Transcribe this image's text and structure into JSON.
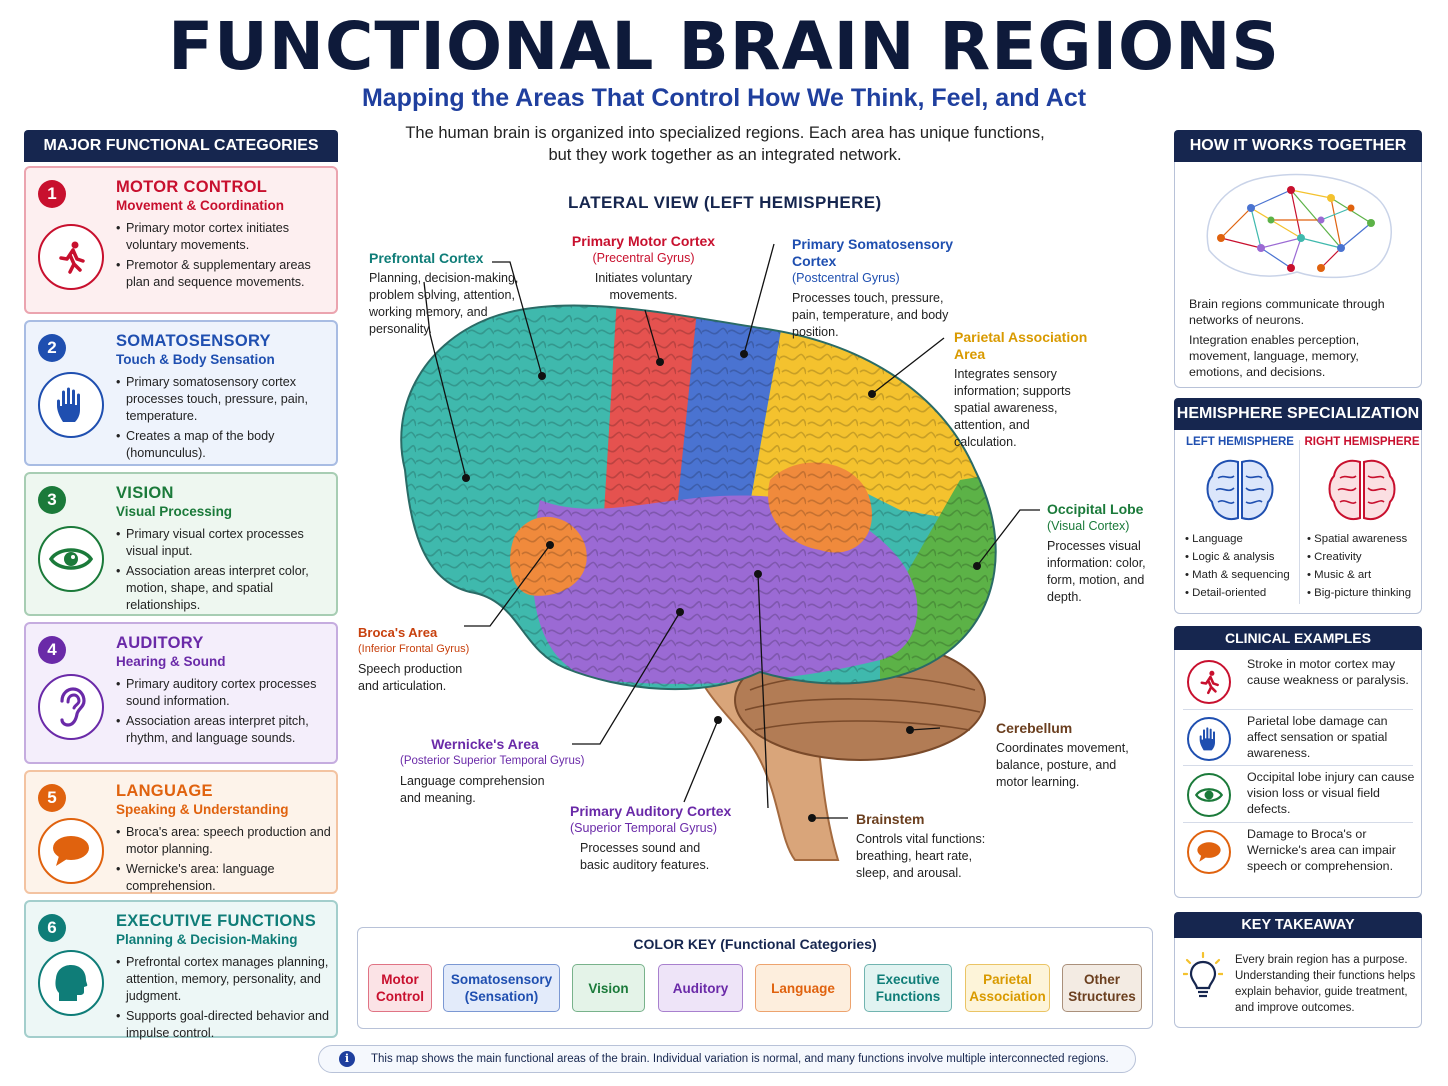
{
  "header": {
    "title": "FUNCTIONAL BRAIN REGIONS",
    "subtitle": "Mapping the Areas That Control How We Think, Feel, and Act",
    "intro_line1": "The human brain is organized into specialized regions. Each area has unique functions,",
    "intro_line2": "but they work together as an integrated network."
  },
  "left_panel": {
    "heading": "MAJOR FUNCTIONAL CATEGORIES",
    "categories": [
      {
        "num": "1",
        "name": "MOTOR CONTROL",
        "sub": "Movement & Coordination",
        "color": "#c8102e",
        "bg": "#fdeff0",
        "icon": "running-person-icon",
        "bullets": [
          "Primary motor cortex initiates voluntary movements.",
          "Premotor & supplementary areas plan and sequence movements."
        ]
      },
      {
        "num": "2",
        "name": "SOMATOSENSORY",
        "sub": "Touch & Body Sensation",
        "color": "#1f4fb0",
        "bg": "#eef3fc",
        "icon": "hand-icon",
        "bullets": [
          "Primary somatosensory cortex processes touch, pressure, pain, temperature.",
          "Creates a map of the body (homunculus)."
        ]
      },
      {
        "num": "3",
        "name": "VISION",
        "sub": "Visual Processing",
        "color": "#1b7a3a",
        "bg": "#eef7f0",
        "icon": "eye-icon",
        "bullets": [
          "Primary visual cortex processes visual input.",
          "Association areas interpret color, motion, shape, and spatial relationships."
        ]
      },
      {
        "num": "4",
        "name": "AUDITORY",
        "sub": "Hearing & Sound",
        "color": "#6a2aa8",
        "bg": "#f4eefb",
        "icon": "ear-icon",
        "bullets": [
          "Primary auditory cortex processes sound information.",
          "Association areas interpret pitch, rhythm, and language sounds."
        ]
      },
      {
        "num": "5",
        "name": "LANGUAGE",
        "sub": "Speaking & Understanding",
        "color": "#e0620e",
        "bg": "#fdf3ea",
        "icon": "speech-bubble-icon",
        "bullets": [
          "Broca's area: speech production and motor planning.",
          "Wernicke's area: language comprehension."
        ]
      },
      {
        "num": "6",
        "name": "EXECUTIVE FUNCTIONS",
        "sub": "Planning & Decision-Making",
        "color": "#0f7d78",
        "bg": "#edf7f6",
        "icon": "head-icon",
        "bullets": [
          "Prefrontal cortex manages planning, attention, memory, personality, and judgment.",
          "Supports goal-directed behavior and impulse control."
        ]
      }
    ]
  },
  "diagram": {
    "view_title": "LATERAL VIEW (LEFT HEMISPHERE)",
    "labels": [
      {
        "id": "prefrontal",
        "name": "Prefrontal Cortex",
        "sub": "",
        "desc": "Planning, decision-making, problem solving, attention, working memory, and personality.",
        "color": "#0f7d78"
      },
      {
        "id": "motor",
        "name": "Primary Motor Cortex",
        "sub": "(Precentral Gyrus)",
        "desc": "Initiates voluntary movements.",
        "color": "#c8102e"
      },
      {
        "id": "somato",
        "name": "Primary Somatosensory Cortex",
        "sub": "(Postcentral Gyrus)",
        "desc": "Processes touch, pressure, pain, temperature, and body position.",
        "color": "#1f4fb0"
      },
      {
        "id": "parietal",
        "name": "Parietal Association Area",
        "sub": "",
        "desc": "Integrates sensory information; supports spatial awareness, attention, and calculation.",
        "color": "#d99a00"
      },
      {
        "id": "occipital",
        "name": "Occipital Lobe",
        "sub": "(Visual Cortex)",
        "desc": "Processes visual information: color, form, motion, and depth.",
        "color": "#1b7a3a"
      },
      {
        "id": "broca",
        "name": "Broca's Area",
        "sub": "(Inferior Frontal Gyrus)",
        "desc": "Speech production and articulation.",
        "color": "#c8410e"
      },
      {
        "id": "wernicke",
        "name": "Wernicke's Area",
        "sub": "(Posterior Superior Temporal Gyrus)",
        "desc": "Language comprehension and meaning.",
        "color": "#6a2aa8"
      },
      {
        "id": "auditory",
        "name": "Primary Auditory Cortex",
        "sub": "(Superior Temporal Gyrus)",
        "desc": "Processes sound and basic auditory features.",
        "color": "#6a2aa8"
      },
      {
        "id": "cerebellum",
        "name": "Cerebellum",
        "sub": "",
        "desc": "Coordinates movement, balance, posture, and motor learning.",
        "color": "#6b3f1f"
      },
      {
        "id": "brainstem",
        "name": "Brainstem",
        "sub": "",
        "desc": "Controls vital functions: breathing, heart rate, sleep, and arousal.",
        "color": "#6b3f1f"
      }
    ]
  },
  "color_key": {
    "title": "COLOR KEY (Functional Categories)",
    "items": [
      {
        "label": "Motor Control",
        "color": "#c8102e",
        "bg": "#fbe3e6"
      },
      {
        "label": "Somatosensory (Sensation)",
        "color": "#1f4fb0",
        "bg": "#e3ebfa"
      },
      {
        "label": "Vision",
        "color": "#1b7a3a",
        "bg": "#e4f3e8"
      },
      {
        "label": "Auditory",
        "color": "#6a2aa8",
        "bg": "#eee4f8"
      },
      {
        "label": "Language",
        "color": "#e0620e",
        "bg": "#fdeedd"
      },
      {
        "label": "Executive Functions",
        "color": "#0f7d78",
        "bg": "#e1f3f1"
      },
      {
        "label": "Parietal Association",
        "color": "#d99a00",
        "bg": "#fdf4d9"
      },
      {
        "label": "Other Structures",
        "color": "#6b3f1f",
        "bg": "#f3ebe3"
      }
    ]
  },
  "note": "This map shows the main functional areas of the brain. Individual variation is normal, and many functions involve multiple interconnected regions.",
  "right_panel": {
    "how": {
      "heading": "HOW IT WORKS TOGETHER",
      "text1": "Brain regions communicate through networks of neurons.",
      "text2": "Integration enables perception, movement, language, memory, emotions, and decisions."
    },
    "hemi": {
      "heading": "HEMISPHERE SPECIALIZATION",
      "left_title": "LEFT HEMISPHERE",
      "left_items": [
        "Language",
        "Logic & analysis",
        "Math & sequencing",
        "Detail-oriented"
      ],
      "right_title": "RIGHT HEMISPHERE",
      "right_items": [
        "Spatial awareness",
        "Creativity",
        "Music & art",
        "Big-picture thinking"
      ]
    },
    "clinical": {
      "heading": "CLINICAL EXAMPLES",
      "items": [
        {
          "text": "Stroke in motor cortex may cause weakness or paralysis.",
          "color": "#c8102e"
        },
        {
          "text": "Parietal lobe damage can affect sensation or spatial awareness.",
          "color": "#1f4fb0"
        },
        {
          "text": "Occipital lobe injury can cause vision loss or visual field defects.",
          "color": "#1b7a3a"
        },
        {
          "text": "Damage to Broca's or Wernicke's area can impair speech or comprehension.",
          "color": "#e0620e"
        }
      ]
    },
    "takeaway": {
      "heading": "KEY TAKEAWAY",
      "text": "Every brain region has a purpose. Understanding their functions helps explain behavior, guide treatment, and improve outcomes."
    }
  }
}
